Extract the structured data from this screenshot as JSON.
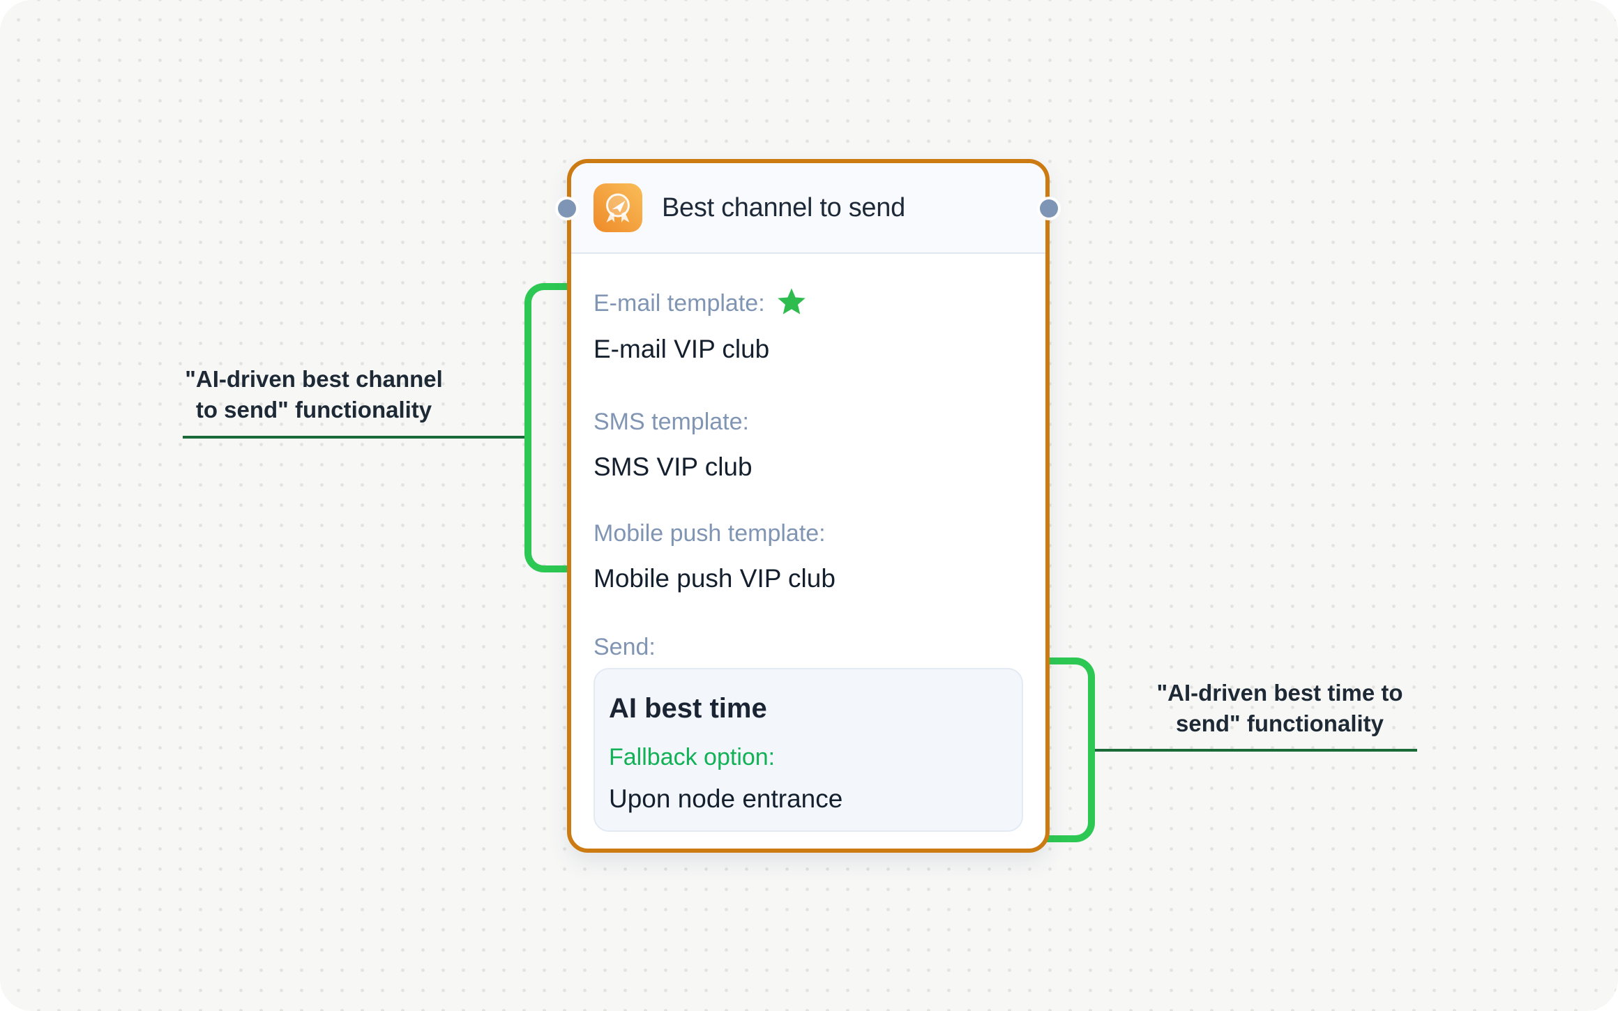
{
  "node": {
    "title": "Best channel to send",
    "fields": [
      {
        "label": "E-mail template:",
        "value": "E-mail VIP club",
        "starred": true
      },
      {
        "label": "SMS template:",
        "value": "SMS VIP club",
        "starred": false
      },
      {
        "label": "Mobile push template:",
        "value": "Mobile push VIP club",
        "starred": false
      }
    ],
    "send": {
      "label": "Send:",
      "option": "AI best time",
      "fallback_label": "Fallback option:",
      "fallback_value": "Upon node entrance"
    }
  },
  "annotations": {
    "left": {
      "line1": "\"AI-driven best channel",
      "line2": "to send\" functionality"
    },
    "right": {
      "line1": "\"AI-driven best time to",
      "line2": "send\" functionality"
    }
  },
  "icons": {
    "header_icon": "send-badge-icon",
    "starred_icon": "star-icon"
  },
  "colors": {
    "node_border_orange": "#cc7a12",
    "bracket_green": "#2dc853",
    "callout_line_green": "#1b6b3a",
    "fallback_green": "#12b156",
    "star_green": "#2ebc4f",
    "connector_blue": "#7e95b5",
    "label_slate": "#8095b3",
    "value_dark": "#141f2e",
    "header_bg": "#f8fafd",
    "send_box_bg": "#f3f7fb"
  }
}
